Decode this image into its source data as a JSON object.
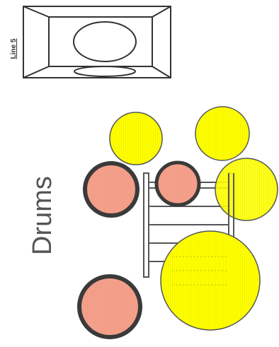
{
  "labels": {
    "drums": "Drums",
    "amp": "Line 5"
  },
  "colors": {
    "tom_fill": "#f4a08a",
    "tom_border": "#3a3a3a",
    "cymbal_fill": "#ffff00",
    "cymbal_border": "#555555",
    "rack": "#555555",
    "amp_stroke": "#333333"
  },
  "stage_items": {
    "toms": [
      "high-tom",
      "floor-tom",
      "mid-tom"
    ],
    "cymbals": [
      "crash-cymbal",
      "ride-cymbal",
      "hihat-cymbal",
      "bass-drum"
    ]
  }
}
